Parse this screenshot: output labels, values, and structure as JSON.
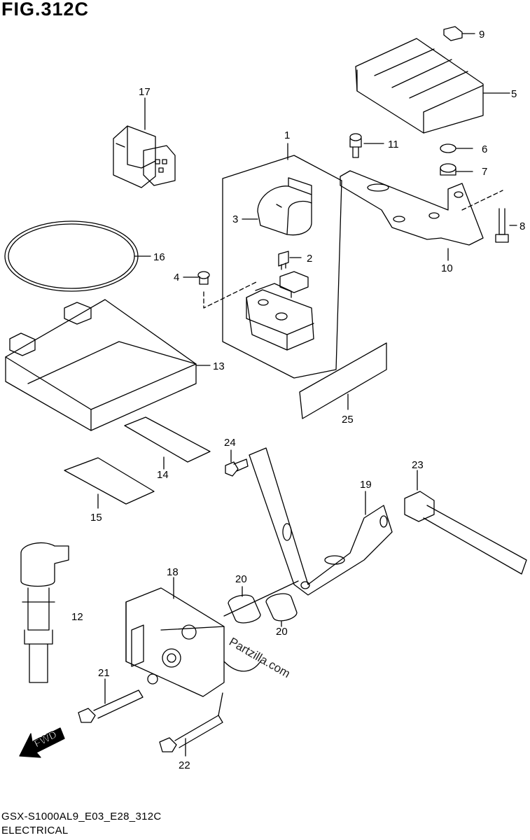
{
  "figure": {
    "title": "FIG.312C",
    "model_code": "GSX-S1000AL9_E03_E28_312C",
    "section": "ELECTRICAL"
  },
  "watermark": "Partzilla.com",
  "direction_marker": "FWD",
  "callouts": [
    "1",
    "2",
    "3",
    "4",
    "5",
    "6",
    "7",
    "8",
    "9",
    "10",
    "11",
    "12",
    "13",
    "14",
    "15",
    "16",
    "17",
    "18",
    "19",
    "20",
    "21",
    "22",
    "23",
    "24",
    "25"
  ],
  "callout_20_second": "20",
  "colors": {
    "line": "#000000",
    "background": "#ffffff"
  }
}
